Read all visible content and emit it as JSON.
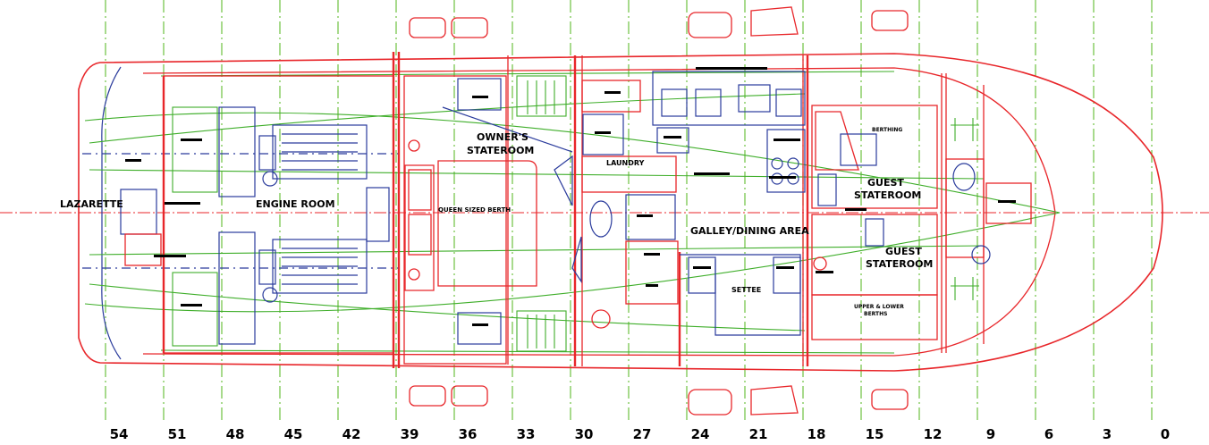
{
  "drawing": {
    "rooms": {
      "lazarette": "LAZARETTE",
      "engine_room": "ENGINE ROOM",
      "owners_stateroom_1": "OWNER'S",
      "owners_stateroom_2": "STATEROOM",
      "laundry": "LAUNDRY",
      "galley": "GALLEY/DINING AREA",
      "guest1_1": "GUEST",
      "guest1_2": "STATEROOM",
      "guest2_1": "GUEST",
      "guest2_2": "STATEROOM",
      "queen_berth": "QUEEN SIZED BERTH",
      "settee": "SETTEE",
      "upper_lower_1": "UPPER & LOWER",
      "upper_lower_2": "BERTHS",
      "berthing": "BERTHING"
    },
    "frames": [
      "54",
      "51",
      "48",
      "45",
      "42",
      "39",
      "36",
      "33",
      "30",
      "27",
      "24",
      "21",
      "18",
      "15",
      "12",
      "9",
      "6",
      "3",
      "0"
    ],
    "colors": {
      "structure": "#e8262a",
      "furniture": "#2a3b9c",
      "systems": "#3fae2a",
      "stations": "#6dc23f"
    }
  }
}
